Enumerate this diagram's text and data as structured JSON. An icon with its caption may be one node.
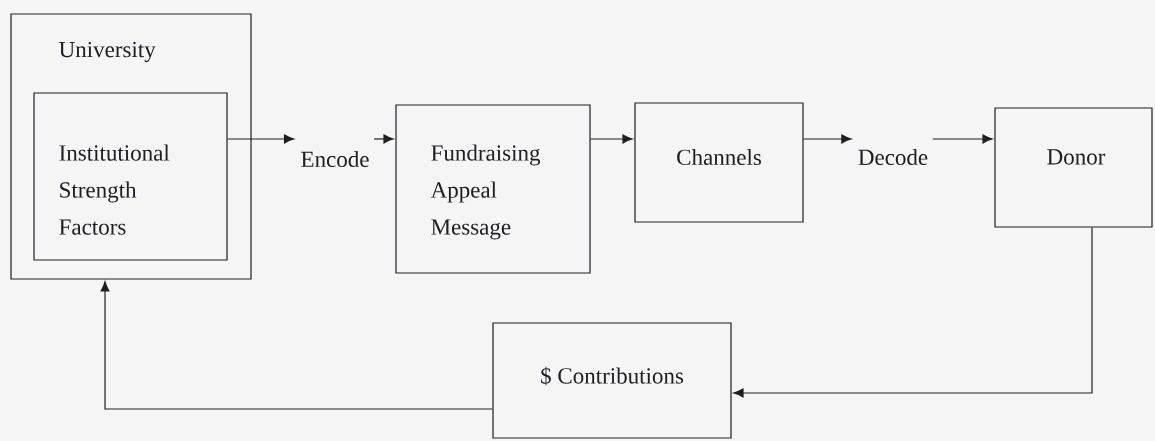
{
  "diagram": {
    "nodes": [
      {
        "text": [
          "University"
        ]
      },
      {
        "text": [
          "Institutional Strength Factors"
        ],
        "in": 0
      },
      {
        "text": [
          "Encode"
        ]
      },
      {
        "text": [
          "Fundraising Appeal Message"
        ]
      },
      {
        "text": [
          "Channels"
        ]
      },
      {
        "text": [
          "Decode"
        ]
      },
      {
        "text": [
          "Donor"
        ]
      },
      {
        "text": [
          "$ Contributions"
        ]
      }
    ],
    "edges": [
      {
        "from": 1,
        "to": 2,
        "arrow": "to"
      },
      {
        "from": 2,
        "to": 3,
        "arrow": "to"
      },
      {
        "from": 3,
        "to": 4,
        "arrow": "to"
      },
      {
        "from": 4,
        "to": 5,
        "arrow": "to"
      },
      {
        "from": 5,
        "to": 6,
        "arrow": "to"
      },
      {
        "from": 6,
        "to": 7,
        "arrow": "to"
      },
      {
        "from": 7,
        "to": 0,
        "arrow": "to"
      }
    ]
  }
}
